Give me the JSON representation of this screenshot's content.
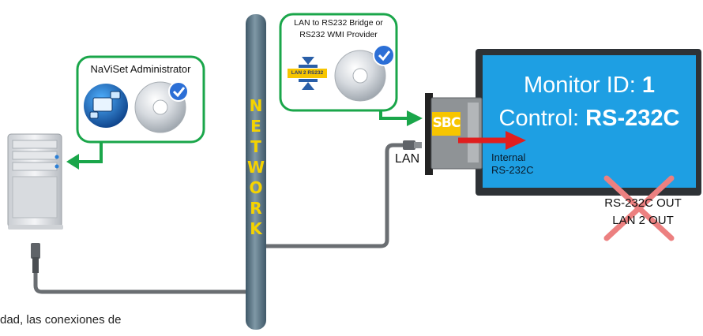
{
  "colors": {
    "green": "#1aa64a",
    "monitor_blue": "#1e9fe3",
    "network_pole": "#5a7484",
    "network_text": "#f5d300",
    "cable": "#6a6e72",
    "red_arrow": "#e01e1e",
    "red_cross": "#ec8080",
    "sbc_yellow": "#f7c500"
  },
  "icons": {
    "server": "server-tower-icon",
    "admin_app": "network-monitor-app-icon",
    "cd": "cd-disc-icon",
    "check": "checkmark-badge-icon",
    "bridge": "lan-to-rs232-bridge-icon",
    "ethernet_plug": "ethernet-plug-icon",
    "cross": "red-x-icon"
  },
  "admin_box": {
    "title": "NaViSet Administrator"
  },
  "bridge_box": {
    "title_line1": "LAN to RS232 Bridge or",
    "title_line2": "RS232 WMI Provider",
    "icon_text": "LAN 2 RS232"
  },
  "network": {
    "letters": [
      "N",
      "E",
      "T",
      "W",
      "O",
      "R",
      "K"
    ]
  },
  "sbc": {
    "label": "SBC",
    "lan_label": "LAN"
  },
  "monitor": {
    "id_label": "Monitor ID: ",
    "id_value": "1",
    "control_label": "Control: ",
    "control_value": "RS-232C",
    "internal_line1": "Internal",
    "internal_line2": "RS-232C"
  },
  "outputs": {
    "line1": "RS-232C OUT",
    "line2": "LAN 2 OUT"
  },
  "caption": "dad, las conexiones de"
}
